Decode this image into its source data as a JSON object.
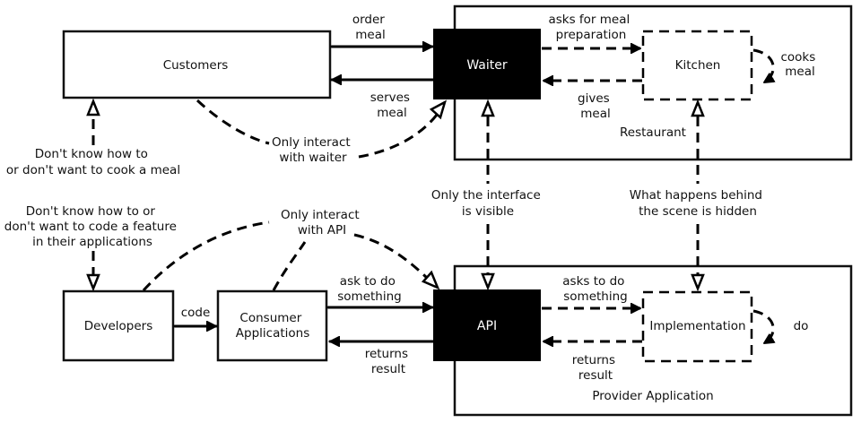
{
  "nodes": {
    "customers": "Customers",
    "waiter": "Waiter",
    "kitchen": "Kitchen",
    "restaurant": "Restaurant",
    "developers": "Developers",
    "consumer_apps": [
      "Consumer",
      "Applications"
    ],
    "api": "API",
    "implementation": "Implementation",
    "provider_app": "Provider Application"
  },
  "edges": {
    "order_meal": [
      "order",
      "meal"
    ],
    "serves_meal": [
      "serves",
      "meal"
    ],
    "asks_meal_prep": [
      "asks for meal",
      "preparation"
    ],
    "gives_meal": [
      "gives",
      "meal"
    ],
    "cooks_meal": [
      "cooks",
      "meal"
    ],
    "code": "code",
    "ask_to_do": [
      "ask to do",
      "something"
    ],
    "returns_result_left": [
      "returns",
      "result"
    ],
    "asks_to_do": [
      "asks to do",
      "something"
    ],
    "returns_result_right": [
      "returns",
      "result"
    ],
    "do": "do"
  },
  "notes": {
    "dont_cook": [
      "Don't know how to",
      "or don't want to cook a meal"
    ],
    "only_waiter": [
      "Only interact",
      "with waiter"
    ],
    "dont_code": [
      "Don't know how to or",
      "don't want to code a feature",
      "in their applications"
    ],
    "only_api": [
      "Only interact",
      "with API"
    ],
    "interface_visible": [
      "Only the interface",
      "is visible"
    ],
    "behind_scene": [
      "What happens behind",
      "the scene is hidden"
    ]
  }
}
